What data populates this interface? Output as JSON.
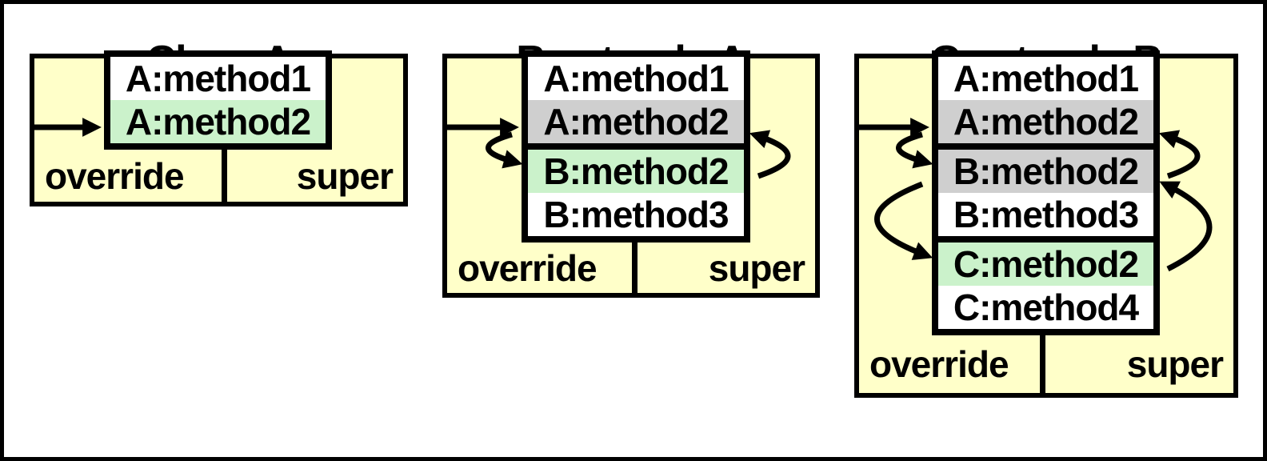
{
  "panels": [
    {
      "title": "Class A",
      "override_label": "override",
      "super_label": "super",
      "rows": [
        {
          "label": "A:method1",
          "bg": "white",
          "new_group": false
        },
        {
          "label": "A:method2",
          "bg": "green",
          "new_group": false
        }
      ],
      "entry_row": 1,
      "override_arcs": [],
      "super_arcs": []
    },
    {
      "title": "B extends A",
      "override_label": "override",
      "super_label": "super",
      "rows": [
        {
          "label": "A:method1",
          "bg": "white",
          "new_group": false
        },
        {
          "label": "A:method2",
          "bg": "gray",
          "new_group": false
        },
        {
          "label": "B:method2",
          "bg": "green",
          "new_group": true
        },
        {
          "label": "B:method3",
          "bg": "white",
          "new_group": false
        }
      ],
      "entry_row": 1,
      "override_arcs": [
        [
          1,
          2
        ]
      ],
      "super_arcs": [
        [
          2,
          1
        ]
      ]
    },
    {
      "title": "C extends B",
      "override_label": "override",
      "super_label": "super",
      "rows": [
        {
          "label": "A:method1",
          "bg": "white",
          "new_group": false
        },
        {
          "label": "A:method2",
          "bg": "gray",
          "new_group": false
        },
        {
          "label": "B:method2",
          "bg": "gray",
          "new_group": true
        },
        {
          "label": "B:method3",
          "bg": "white",
          "new_group": false
        },
        {
          "label": "C:method2",
          "bg": "green",
          "new_group": true
        },
        {
          "label": "C:method4",
          "bg": "white",
          "new_group": false
        }
      ],
      "entry_row": 1,
      "override_arcs": [
        [
          1,
          2
        ],
        [
          2,
          4
        ]
      ],
      "super_arcs": [
        [
          2,
          1
        ],
        [
          4,
          2
        ]
      ]
    }
  ],
  "colors": {
    "panel_bg": "#FFFFC9",
    "row_white": "#FFFFFF",
    "row_gray": "#CFCFCF",
    "row_green": "#CBF2CB",
    "line": "#000000"
  }
}
